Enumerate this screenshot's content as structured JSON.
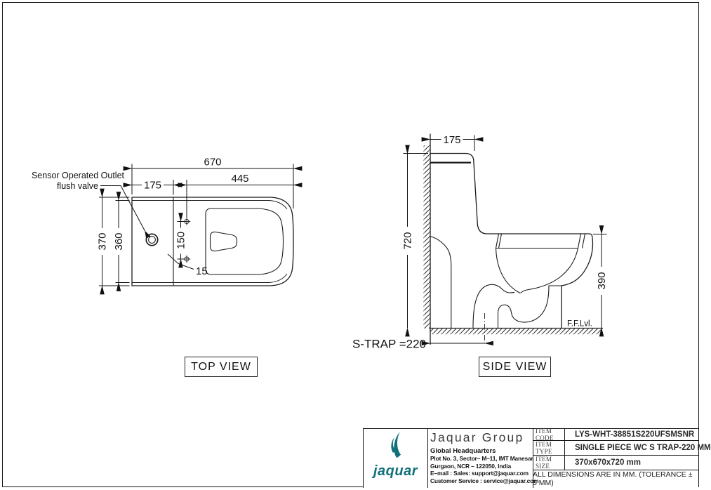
{
  "top_view": {
    "label": "TOP VIEW",
    "callout_line1": "Sensor Operated Outlet",
    "callout_line2": "flush valve",
    "dim_overall_length": "670",
    "dim_tank_depth": "175",
    "dim_rim_length": "445",
    "dim_overall_width": "370",
    "dim_inner_width": "360",
    "dim_bolt_spacing": "150",
    "dim_bolt_offset": "15"
  },
  "side_view": {
    "label": "SIDE VIEW",
    "dim_tank_top_depth": "175",
    "dim_overall_height": "720",
    "dim_rim_height": "390",
    "dim_trap_note": "S-TRAP =220",
    "floor_label": "F.F.Lvl."
  },
  "title_block": {
    "brand_color": "#10707b",
    "logo_word": "jaquar",
    "company": "Jaquar Group",
    "hq": "Global Headquarters",
    "address_line1": "Plot No. 3, Sector– M–11, IMT Manesar",
    "address_line2": "Gurgaon, NCR – 122050, India",
    "email_line": "E–mail : Sales: support@jaquar.com",
    "service_line": "Customer Service : service@jaquar.com",
    "items": [
      {
        "label": "ITEM CODE",
        "value": "LYS-WHT-38851S220UFSMSNR"
      },
      {
        "label": "ITEM TYPE",
        "value": "SINGLE PIECE WC S TRAP-220 MM"
      },
      {
        "label": "ITEM SIZE",
        "value": "370x670x720 mm"
      }
    ],
    "tolerance_note": "ALL DIMENSIONS ARE IN MM. (TOLERANCE ± 5 MM)"
  }
}
